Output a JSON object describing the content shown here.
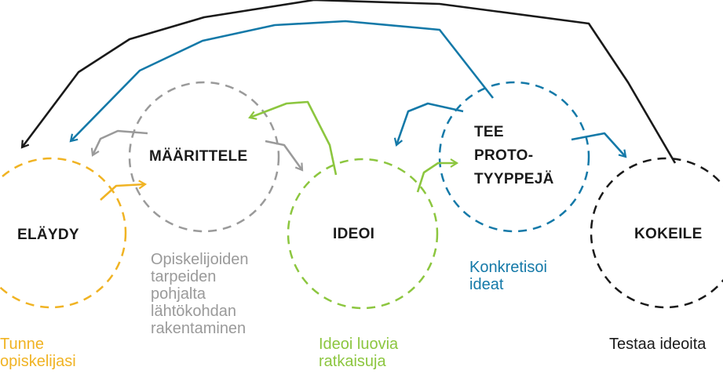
{
  "colors": {
    "elaydy": "#f0b323",
    "maarittele": "#9a9a9a",
    "ideoi": "#8cc63f",
    "prototyyppeja": "#1479a8",
    "kokeile": "#1a1a1a"
  },
  "stages": {
    "elaydy": {
      "label": "ELÄYDY",
      "desc": [
        "Tunne",
        "opiskelijasi"
      ]
    },
    "maarittele": {
      "label": "MÄÄRITTELE",
      "desc": [
        "Opiskelijoiden",
        "tarpeiden",
        "pohjalta",
        "lähtökohdan",
        "rakentaminen"
      ]
    },
    "ideoi": {
      "label": "IDEOI",
      "desc": [
        "Ideoi luovia",
        "ratkaisuja"
      ]
    },
    "prototyyppeja": {
      "label": [
        "TEE",
        "PROTO-",
        "TYYPPEJÄ"
      ],
      "desc": [
        "Konkretisoi",
        "ideat"
      ]
    },
    "kokeile": {
      "label": "KOKEILE",
      "desc": [
        "Testaa ideoita"
      ]
    }
  }
}
